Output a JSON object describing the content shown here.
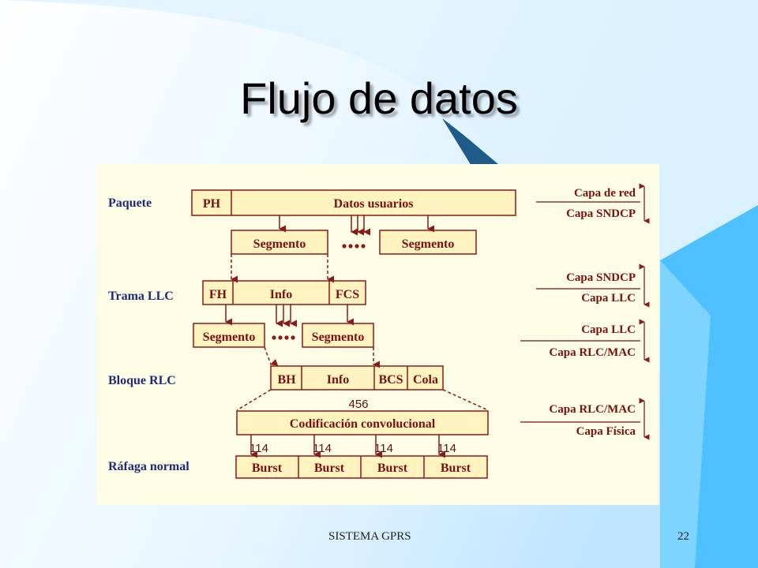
{
  "slide": {
    "title": "Flujo de datos",
    "footer_left": "SISTEMA GPRS",
    "page_number": "22"
  },
  "colors": {
    "background_gradient": [
      "#ffffff",
      "#cfeaff",
      "#6ccaff"
    ],
    "diagram_bg": "#fdfce4",
    "box_fill": "#fff3c0",
    "box_stroke": "#8b1a1a",
    "label_color": "#1f2a7a",
    "layer_text": "#7a1010"
  },
  "diagram": {
    "row_labels": {
      "paquete": "Paquete",
      "trama_llc": "Trama LLC",
      "bloque_rlc": "Bloque RLC",
      "rafaga_normal": "Ráfaga normal"
    },
    "paquete": {
      "ph": "PH",
      "datos": "Datos usuarios"
    },
    "segmento_upper": "Segmento",
    "trama": {
      "fh": "FH",
      "info": "Info",
      "fcs": "FCS"
    },
    "segmento_lower": "Segmento",
    "bloque": {
      "bh": "BH",
      "info": "Info",
      "bcs": "BCS",
      "cola": "Cola"
    },
    "bits_total": "456",
    "codificacion": "Codificación convolucional",
    "burst_bits": [
      "114",
      "114",
      "114",
      "114"
    ],
    "bursts": [
      "Burst",
      "Burst",
      "Burst",
      "Burst"
    ],
    "layers": [
      {
        "upper": "Capa de red",
        "lower": "Capa SNDCP"
      },
      {
        "upper": "Capa SNDCP",
        "lower": "Capa LLC"
      },
      {
        "upper": "Capa LLC",
        "lower": "Capa RLC/MAC"
      },
      {
        "upper": "Capa RLC/MAC",
        "lower": "Capa Física"
      }
    ]
  }
}
